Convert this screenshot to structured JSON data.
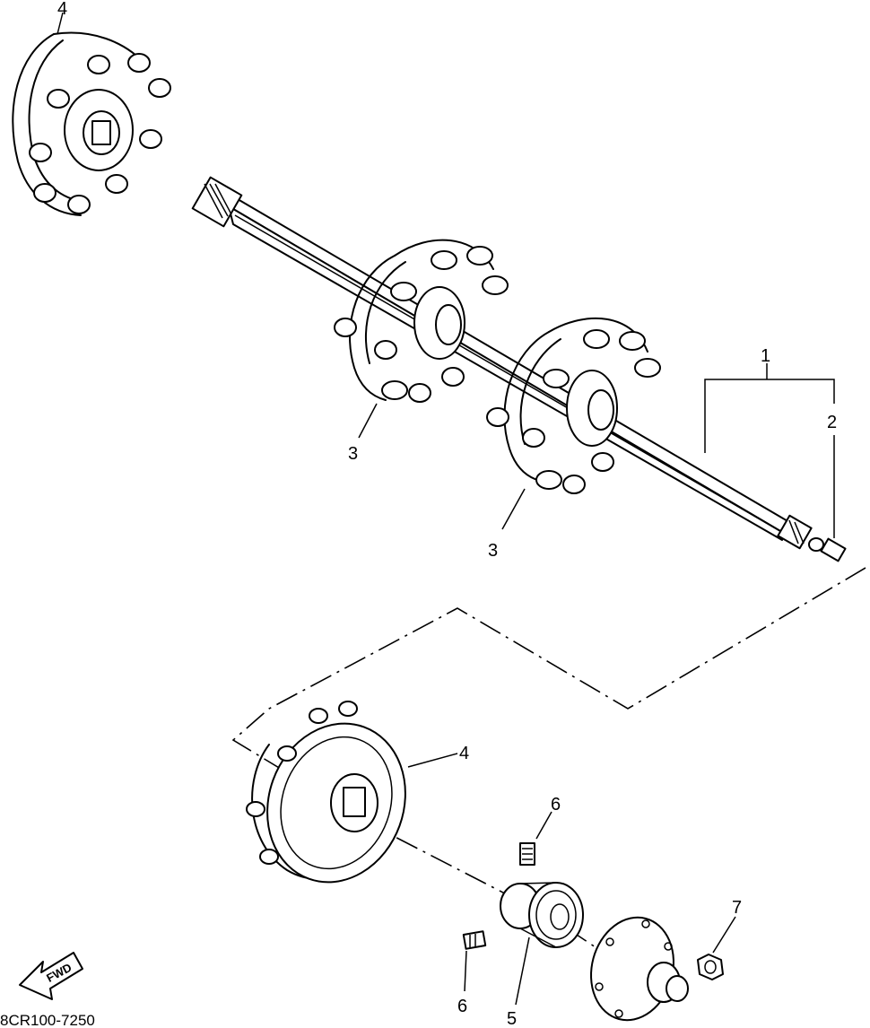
{
  "callouts": {
    "c1": "1",
    "c2": "2",
    "c3a": "3",
    "c3b": "3",
    "c4a": "4",
    "c4b": "4",
    "c5": "5",
    "c6a": "6",
    "c6b": "6",
    "c7": "7"
  },
  "fwd_label": "FWD",
  "diagram_code": "8CR100-7250"
}
